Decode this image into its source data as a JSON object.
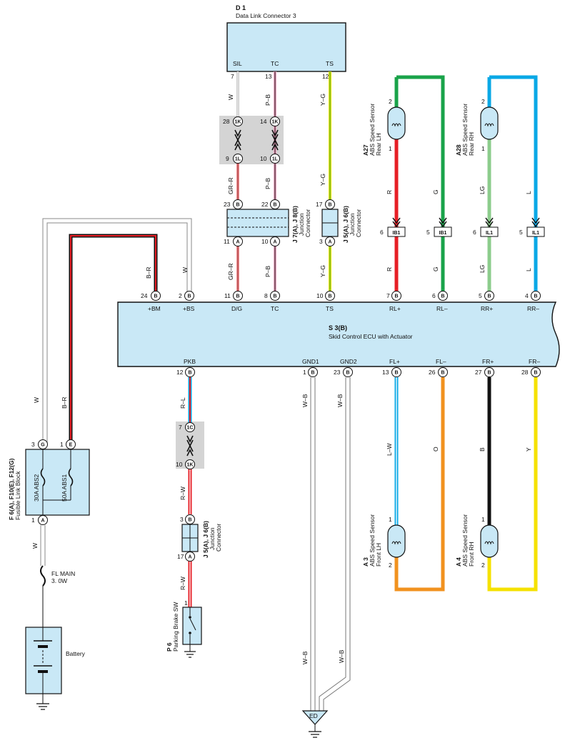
{
  "colors": {
    "ecu_fill": "#c9e8f6",
    "shade": "#d4d4d4",
    "red": "#e61e25",
    "green": "#1aa34a",
    "light_green": "#8ccc8c",
    "light_blue": "#0aa8e6",
    "orange": "#f1921f",
    "yellow": "#f5e100",
    "pink": "#f2a7c4"
  },
  "dlc": {
    "id": "D 1",
    "name": "Data Link Connector 3",
    "terms": [
      {
        "label": "SIL",
        "pin": "7",
        "wire": "W"
      },
      {
        "label": "TC",
        "pin": "13",
        "wire": "P–B"
      },
      {
        "label": "TS",
        "pin": "12",
        "wire": "Y–G"
      }
    ]
  },
  "jc1k": {
    "a": {
      "n": "28",
      "c": "1K"
    },
    "b": {
      "n": "14",
      "c": "1K"
    },
    "c": {
      "n": "9",
      "c": "1L"
    },
    "d": {
      "n": "10",
      "c": "1L"
    }
  },
  "jc78": {
    "name1": "J 7(A), J 8(B)",
    "name2": "Junction",
    "name3": "Connector",
    "top": [
      {
        "n": "23",
        "c": "B"
      },
      {
        "n": "22",
        "c": "B"
      }
    ],
    "bot": [
      {
        "n": "11",
        "c": "A"
      },
      {
        "n": "10",
        "c": "A"
      }
    ],
    "wire_top": [
      "GR–R",
      "P–B"
    ],
    "wire_bot": [
      "GR–R",
      "P–B"
    ]
  },
  "jc56a": {
    "name1": "J 5(A), J 6(B)",
    "name2": "Junction",
    "name3": "Connector",
    "top": {
      "n": "17",
      "c": "B"
    },
    "bot": {
      "n": "3",
      "c": "A"
    },
    "wire_top": "Y–G",
    "wire_bot": "Y–G"
  },
  "rear_sensors": [
    {
      "id": "A27",
      "l1": "ABS Speed Sensor",
      "l2": "Rear LH",
      "p2": "2",
      "p1": "1"
    },
    {
      "id": "A28",
      "l1": "ABS Speed Sensor",
      "l2": "Rear RH",
      "p2": "2",
      "p1": "1"
    }
  ],
  "rear_conn": [
    {
      "n": "6",
      "c": "IB1",
      "w": "R"
    },
    {
      "n": "5",
      "c": "IB1",
      "w": "G"
    },
    {
      "n": "6",
      "c": "IL1",
      "w": "LG"
    },
    {
      "n": "5",
      "c": "IL1",
      "w": "L"
    }
  ],
  "ecu": {
    "id": "S 3(B)",
    "name": "Skid Control ECU with Actuator",
    "top_pins": [
      {
        "n": "24",
        "c": "B",
        "l": "+BM",
        "w": "B–R"
      },
      {
        "n": "2",
        "c": "B",
        "l": "+BS",
        "w": "W"
      },
      {
        "n": "11",
        "c": "B",
        "l": "D/G",
        "w": "GR–R"
      },
      {
        "n": "8",
        "c": "B",
        "l": "TC",
        "w": "P–B"
      },
      {
        "n": "10",
        "c": "B",
        "l": "TS",
        "w": "Y–G"
      },
      {
        "n": "7",
        "c": "B",
        "l": "RL+",
        "w": "R"
      },
      {
        "n": "6",
        "c": "B",
        "l": "RL–",
        "w": "G"
      },
      {
        "n": "5",
        "c": "B",
        "l": "RR+",
        "w": "LG"
      },
      {
        "n": "4",
        "c": "B",
        "l": "RR–",
        "w": "L"
      }
    ],
    "bot_pins": [
      {
        "n": "12",
        "c": "B",
        "l": "PKB",
        "w": "R–L"
      },
      {
        "n": "1",
        "c": "B",
        "l": "GND1",
        "w": "W–B"
      },
      {
        "n": "23",
        "c": "B",
        "l": "GND2",
        "w": "W–B"
      },
      {
        "n": "13",
        "c": "B",
        "l": "FL+",
        "w": "L–W"
      },
      {
        "n": "26",
        "c": "B",
        "l": "FL–",
        "w": "O"
      },
      {
        "n": "27",
        "c": "B",
        "l": "FR+",
        "w": "B"
      },
      {
        "n": "28",
        "c": "B",
        "l": "FR–",
        "w": "Y"
      }
    ]
  },
  "jc1c": {
    "a": {
      "n": "7",
      "c": "1C"
    },
    "b": {
      "n": "10",
      "c": "1K"
    },
    "wire": "R–W"
  },
  "jc56b": {
    "name1": "J 5(A), J 6(B)",
    "name2": "Junction",
    "name3": "Connector",
    "top": {
      "n": "3",
      "c": "B"
    },
    "bot": {
      "n": "17",
      "c": "A"
    },
    "wire": "R–W"
  },
  "pkb_sw": {
    "id": "P 6",
    "name": "Parking Brake SW",
    "pin": "1"
  },
  "front_sensors": [
    {
      "id": "A 3",
      "l1": "ABS Speed Sensor",
      "l2": "Front LH",
      "p1": "1",
      "p2": "2"
    },
    {
      "id": "A 4",
      "l1": "ABS Speed Sensor",
      "l2": "Front RH",
      "p1": "1",
      "p2": "2"
    }
  ],
  "fuse_block": {
    "id": "F 6(A), F10(E), F12(G)",
    "name": "Fusible Link Block",
    "pin_g": {
      "n": "3",
      "c": "G",
      "w": "W"
    },
    "pin_e": {
      "n": "1",
      "c": "E",
      "w": "B–R"
    },
    "pin_a": {
      "n": "1",
      "c": "A",
      "w": "W"
    },
    "fuse1": "30A ABS2",
    "fuse2": "50A ABS1"
  },
  "fl_main": {
    "l1": "FL MAIN",
    "l2": "3. 0W"
  },
  "battery": "Battery",
  "ground": {
    "ed": "ED",
    "w1": "W–B",
    "w2": "W–B"
  }
}
